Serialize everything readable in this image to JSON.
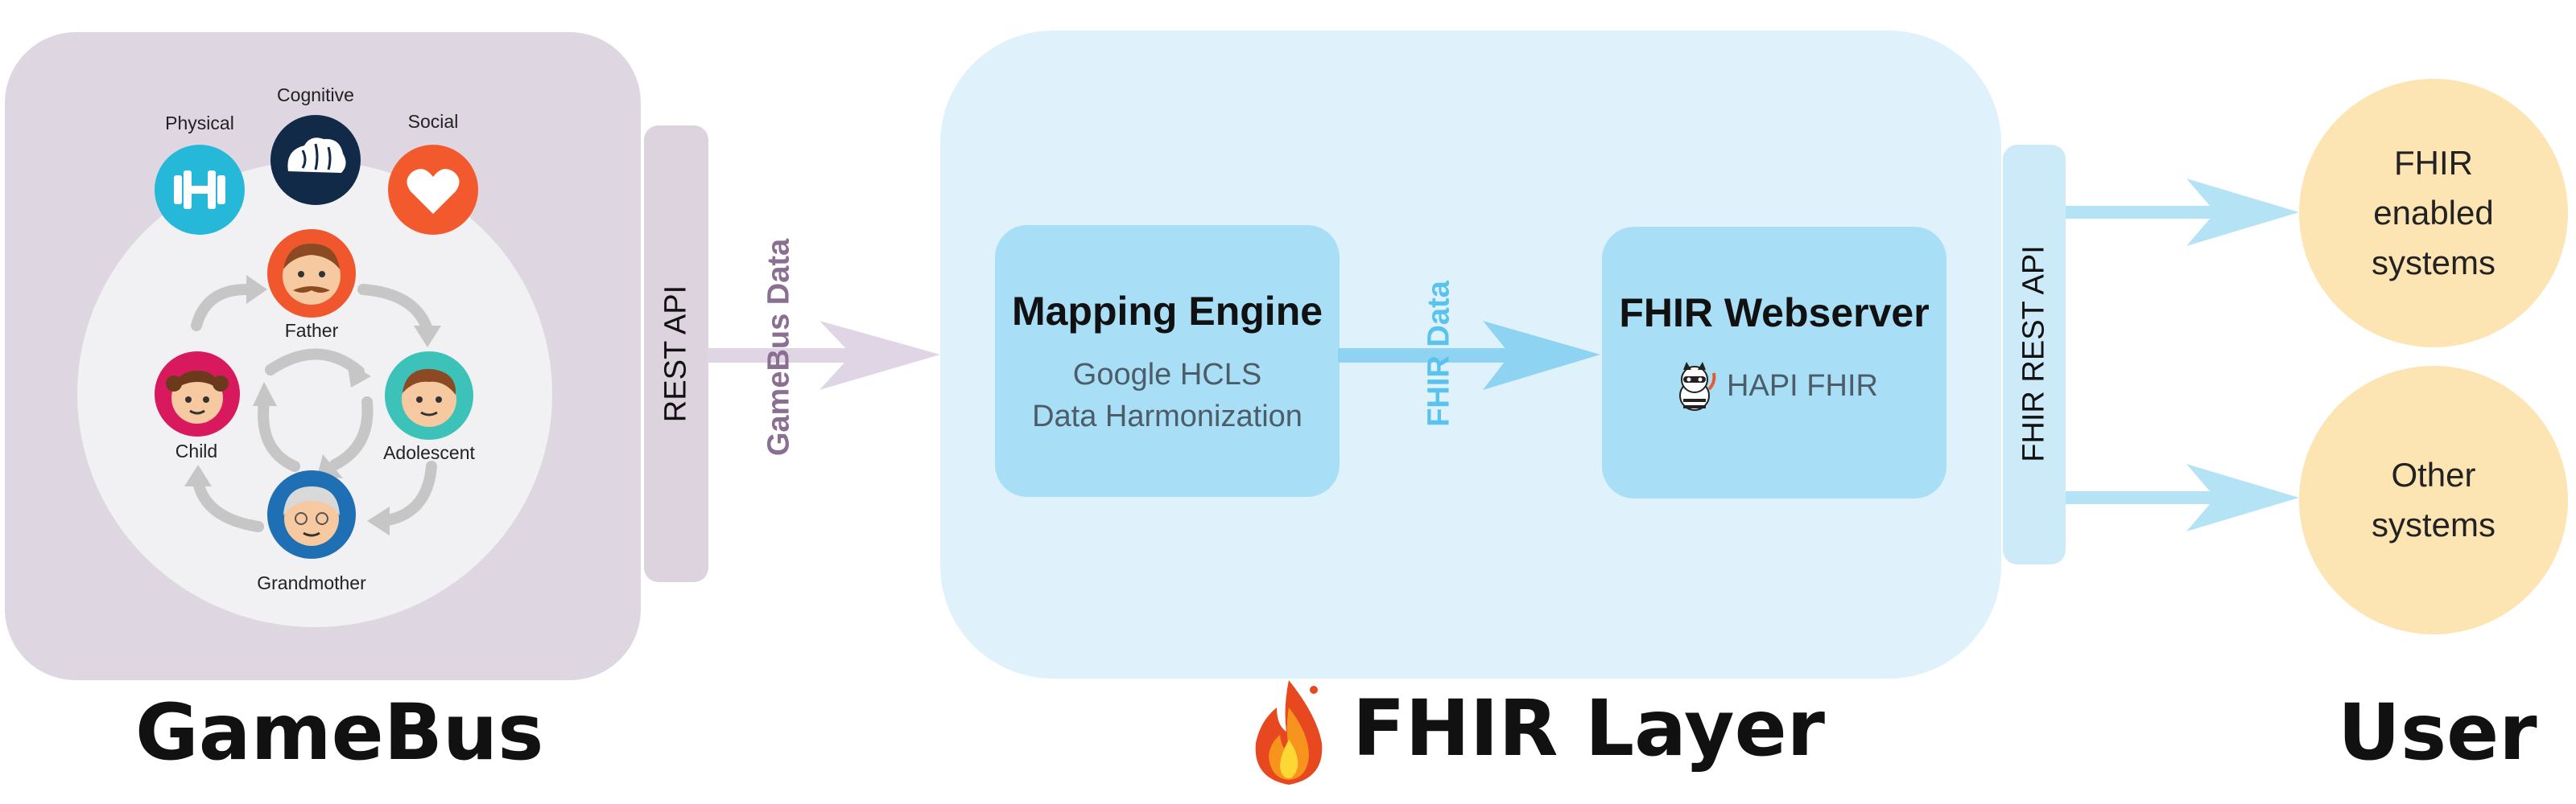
{
  "gamebus": {
    "title": "GameBus",
    "categories": {
      "physical": "Physical",
      "cognitive": "Cognitive",
      "social": "Social"
    },
    "family": {
      "father": "Father",
      "child": "Child",
      "adolescent": "Adolescent",
      "grandmother": "Grandmother"
    },
    "rest_api": "REST API",
    "flow_label": "GameBus Data"
  },
  "fhir_layer": {
    "title": "FHIR Layer",
    "mapping_engine": {
      "title": "Mapping Engine",
      "line1": "Google HCLS",
      "line2": "Data Harmonization"
    },
    "flow_label": "FHIR Data",
    "webserver": {
      "title": "FHIR Webserver",
      "subtitle": "HAPI FHIR",
      "icon": "raccoon-icon"
    },
    "rest_api": "FHIR REST API",
    "logo_icon": "flame-icon"
  },
  "user": {
    "title": "User",
    "systems": [
      {
        "line1": "FHIR",
        "line2": "enabled",
        "line3": "systems"
      },
      {
        "line1": "Other",
        "line2": "systems"
      }
    ]
  },
  "colors": {
    "gamebus_panel": "#ded6e0",
    "gamebus_flow": "#8a6f92",
    "fhir_panel": "#dff2fc",
    "fhir_box": "#a8dff6",
    "fhir_flow": "#58c3ec",
    "user_circle": "#fde5b3",
    "physical": "#25b8d8",
    "cognitive": "#102a47",
    "social": "#f25a2e"
  }
}
